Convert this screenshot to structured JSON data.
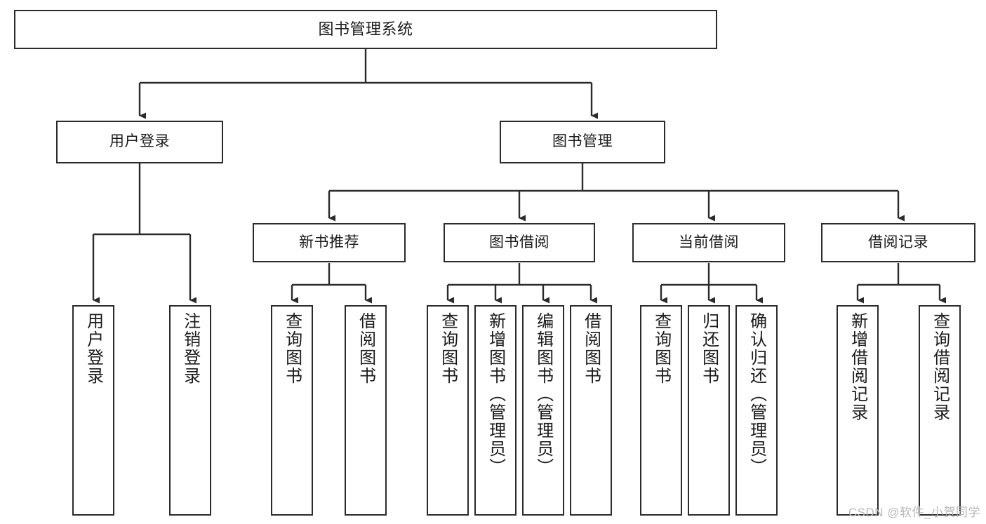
{
  "diagram": {
    "type": "tree-hierarchy-chart",
    "title": "图书管理系统",
    "watermark": "CSDN @软件_小贺同学",
    "colors": {
      "box_border": "#2b2b2b",
      "box_fill": "#ffffff",
      "connector": "#2b2b2b",
      "text": "#1b1b1b",
      "watermark": "#b8b8b8",
      "background": "#ffffff"
    },
    "nodes": {
      "root": {
        "label": "图书管理系统"
      },
      "level1": [
        {
          "id": "user-login",
          "label": "用户登录"
        },
        {
          "id": "book-management",
          "label": "图书管理"
        }
      ],
      "level2": [
        {
          "id": "new-book-recommend",
          "label": "新书推荐"
        },
        {
          "id": "book-borrow",
          "label": "图书借阅"
        },
        {
          "id": "current-borrow",
          "label": "当前借阅"
        },
        {
          "id": "borrow-record",
          "label": "借阅记录"
        }
      ],
      "leaves": {
        "user-login": [
          {
            "id": "leaf-user-login",
            "label": "用户登录"
          },
          {
            "id": "leaf-user-logout",
            "label": "注销登录"
          }
        ],
        "new-book-recommend": [
          {
            "id": "leaf-query-book-1",
            "label": "查询图书"
          },
          {
            "id": "leaf-borrow-book-1",
            "label": "借阅图书"
          }
        ],
        "book-borrow": [
          {
            "id": "leaf-query-book-2",
            "label": "查询图书"
          },
          {
            "id": "leaf-add-book",
            "label": "新增图书（管理员）"
          },
          {
            "id": "leaf-edit-book",
            "label": "编辑图书（管理员）"
          },
          {
            "id": "leaf-borrow-book-2",
            "label": "借阅图书"
          }
        ],
        "current-borrow": [
          {
            "id": "leaf-query-book-3",
            "label": "查询图书"
          },
          {
            "id": "leaf-return-book",
            "label": "归还图书"
          },
          {
            "id": "leaf-confirm-return",
            "label": "确认归还（管理员）"
          }
        ],
        "borrow-record": [
          {
            "id": "leaf-add-record",
            "label": "新增借阅记录"
          },
          {
            "id": "leaf-query-record",
            "label": "查询借阅记录"
          }
        ]
      }
    }
  }
}
